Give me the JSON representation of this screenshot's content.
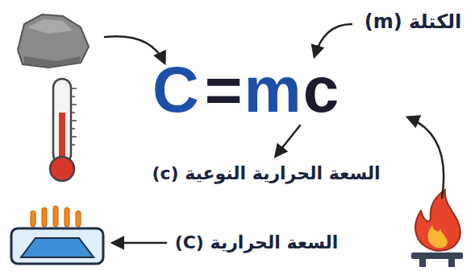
{
  "diagram": {
    "labels": [
      "الكتلة (m)",
      "C",
      "=",
      "m",
      "c",
      "السعة الحرارية النوعية (c)",
      "السعة الحرارية (C)"
    ]
  }
}
